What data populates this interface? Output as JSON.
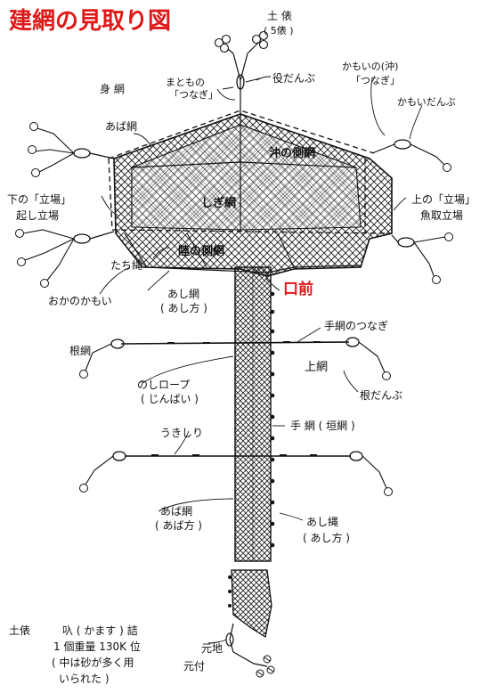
{
  "title": "建網の見取り図",
  "labels": {
    "dohyo_top": "土 俵",
    "dohyo_top_count": "( 5俵 )",
    "yaku_danbu": "役だんぶ",
    "matomono_1": "まともの",
    "matomono_2": "「つなぎ」",
    "kamoi_oki_1": "かもいの(沖)",
    "kamoi_oki_2": "「つなぎ」",
    "kamoi_danbu": "かもいだんぶ",
    "mi_ami": "身 網",
    "aba_ami_top": "あば網",
    "oki_gawa_ami": "沖の側網",
    "shigi_ami": "しぎ網",
    "shita_tateba_1": "下の「立場」",
    "shita_tateba_2": "起し立場",
    "ue_tateba_1": "上の「立場」",
    "ue_tateba_2": "魚取立場",
    "riku_gawa_ami": "陸の側網",
    "tachi_nawa": "たち縄",
    "okano_kamoi": "おかのかもい",
    "ashi_ami_1": "あし網",
    "ashi_ami_2": "( あし方 )",
    "kuchimae": "口前",
    "te_ami_tsunagi": "手網のつなぎ",
    "ne_ami": "根網",
    "uwa_ami": "上網",
    "noshi_rope_1": "のしロープ",
    "noshi_rope_2": "( じんばい )",
    "ne_danbu": "根だんぶ",
    "te_ami": "手 網 ( 垣網 )",
    "ukishiri": "うきしり",
    "aba_ami_bottom_1": "あば網",
    "aba_ami_bottom_2": "( あば方 )",
    "ashi_nawa_1": "あし縄",
    "ashi_nawa_2": "( あし方 )",
    "motochi": "元地",
    "motozuke": "元付"
  },
  "notes": {
    "line1_a": "土俵",
    "line1_b": "叺 ( かます ) 詰",
    "line2": "1 個重量 130K 位",
    "line3": "( 中は砂が多く用",
    "line4": "いられた )"
  },
  "colors": {
    "title": "#e01818",
    "ink": "#111111",
    "background": "#ffffff"
  }
}
